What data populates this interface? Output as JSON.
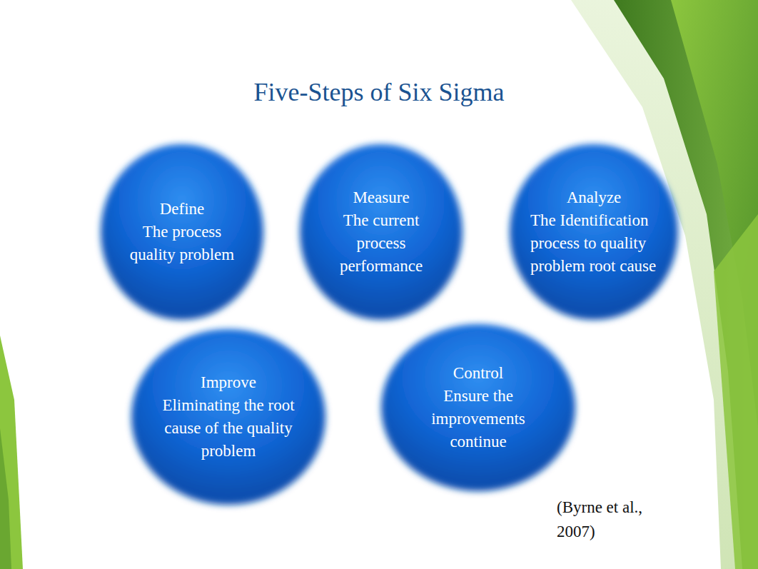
{
  "diagram": {
    "title": "Five-Steps of Six Sigma",
    "nodes": [
      {
        "text": [
          "Define",
          "The process quality problem"
        ]
      },
      {
        "text": [
          "Measure",
          "The current process performance"
        ]
      },
      {
        "text": [
          "Analyze",
          "The Identification process to quality problem root cause"
        ]
      },
      {
        "text": [
          "Improve",
          "Eliminating the root cause of the quality problem"
        ]
      },
      {
        "text": [
          "Control",
          "Ensure the improvements continue"
        ]
      }
    ],
    "labels": [
      "(Byrne et al., 2007)"
    ]
  }
}
